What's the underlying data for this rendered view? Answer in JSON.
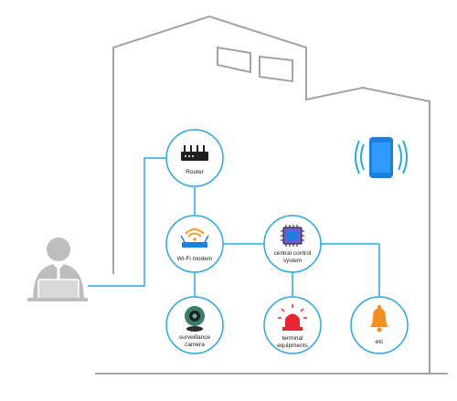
{
  "colors": {
    "building": "#a3a3a3",
    "line": "#29a8e0",
    "node_border": "#29a8e0",
    "router": "#1f1f1f",
    "wifi_orange": "#f39a23",
    "camera_green": "#3a7d6a",
    "alarm_red": "#e5252f",
    "bell_orange": "#f18f1f",
    "phone_blue": "#1b7fe0",
    "person_gray": "#bdbdbd"
  },
  "nodes": {
    "router": {
      "label": "Router",
      "icon": "router-icon"
    },
    "wifi_modem": {
      "label": "Wi-Fi modem",
      "icon": "wifi-modem-icon"
    },
    "central_control": {
      "label_line1": "central control",
      "label_line2": "system",
      "icon": "chip-icon"
    },
    "camera": {
      "label_line1": "surveillance",
      "label_line2": "camera",
      "icon": "webcam-icon"
    },
    "terminal": {
      "label_line1": "terminal",
      "label_line2": "equipments",
      "icon": "alarm-light-icon"
    },
    "etc": {
      "label": "etc",
      "icon": "bell-icon"
    }
  },
  "extras": {
    "remote_user": "person-with-laptop-icon",
    "phone": "smartphone-wireless-icon"
  }
}
